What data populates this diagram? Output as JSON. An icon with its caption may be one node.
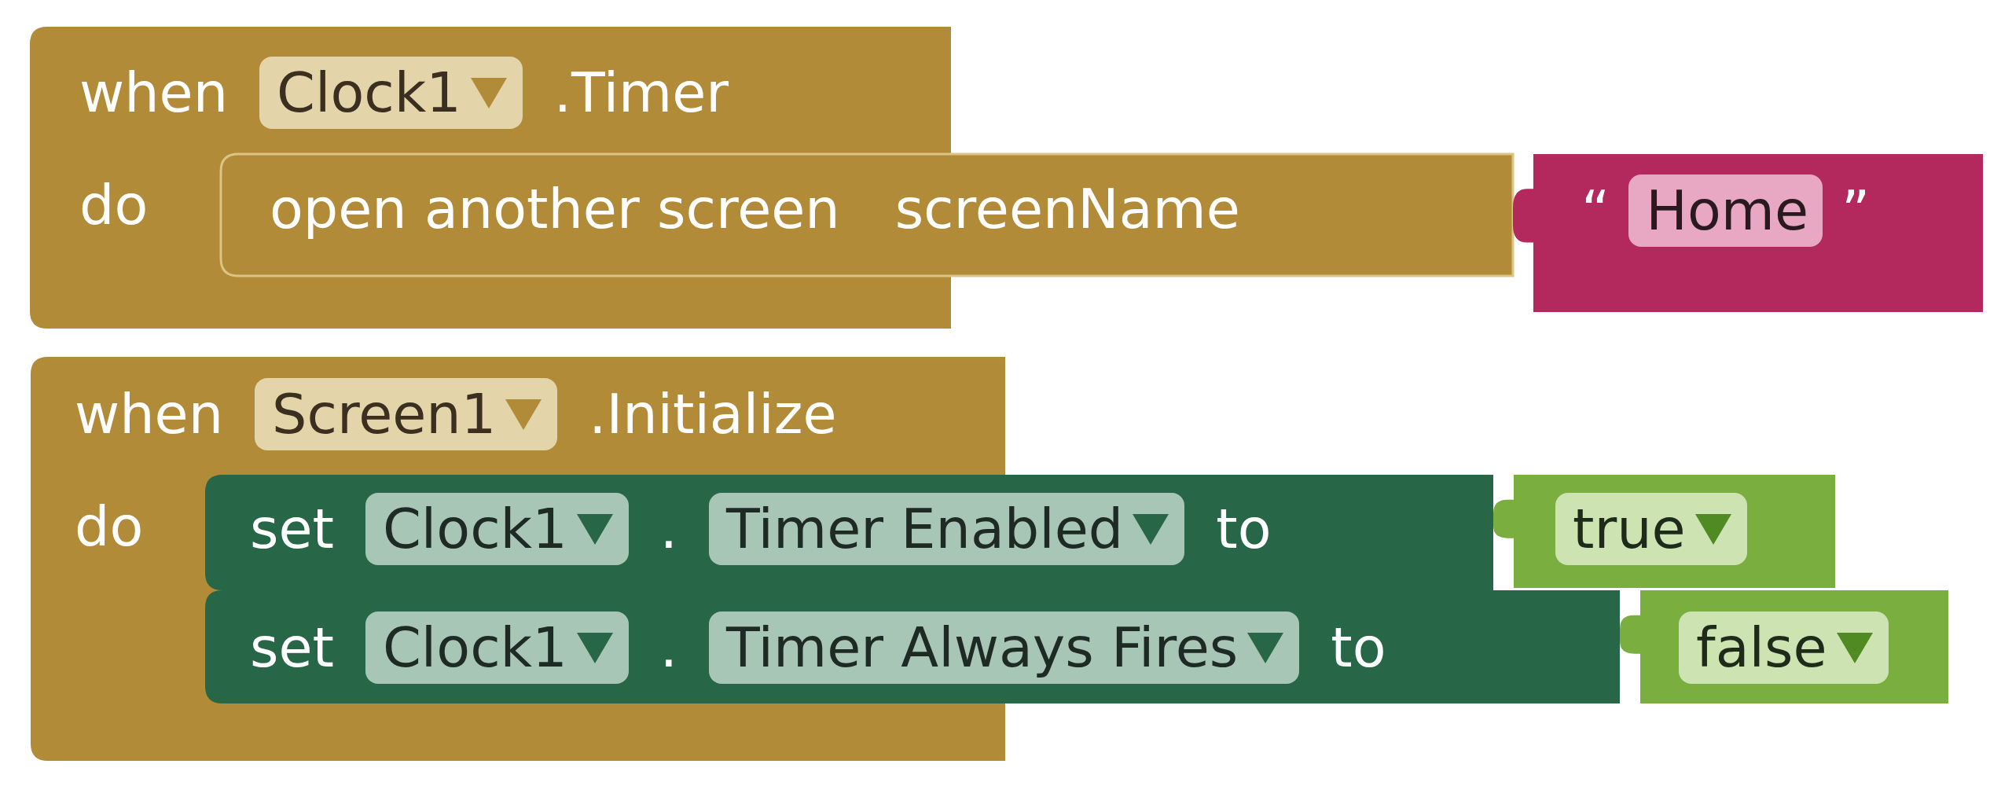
{
  "diagram": {
    "nodes": [
      {
        "text": [
          "when",
          ".Timer",
          "do"
        ]
      },
      {
        "text": [
          "Clock1"
        ],
        "in": 0
      },
      {
        "text": [
          "open another screen",
          "screenName"
        ]
      },
      {
        "text": [
          "“",
          "”"
        ]
      },
      {
        "text": [
          "Home"
        ],
        "in": 3
      },
      {
        "text": [
          "when",
          ".Initialize",
          "do"
        ]
      },
      {
        "text": [
          "Screen1"
        ],
        "in": 5
      },
      {
        "text": [
          "set",
          ".",
          "to"
        ]
      },
      {
        "text": [
          "Clock1"
        ]
      },
      {
        "text": [
          "Timer Enabled"
        ],
        "in": 7
      },
      {
        "text": [
          "true"
        ]
      },
      {
        "text": [
          "set",
          ".",
          "to"
        ]
      },
      {
        "text": [
          "Clock1"
        ]
      },
      {
        "text": [
          "Timer Always Fires"
        ],
        "in": 11
      },
      {
        "text": [
          "false"
        ]
      }
    ]
  }
}
